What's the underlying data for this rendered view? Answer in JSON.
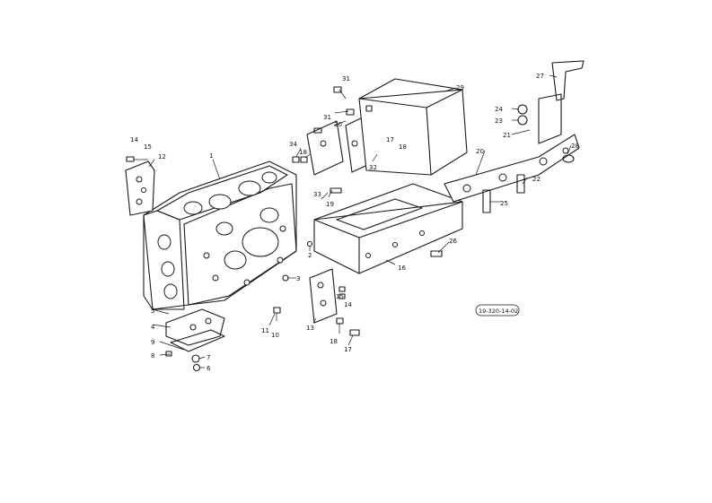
{
  "callouts": [
    "1",
    "2",
    "3",
    "4",
    "5",
    "6",
    "7",
    "8",
    "9",
    "10",
    "11",
    "13",
    "14",
    "15",
    "16",
    "17",
    "18",
    "19",
    "20",
    "21",
    "22",
    "23",
    "24",
    "25",
    "26",
    "27",
    "28",
    "29",
    "30",
    "31",
    "32",
    "33",
    "34",
    "12",
    "14",
    "15",
    "17",
    "18",
    "31",
    "18"
  ],
  "drawing_code": "19-320-14-02"
}
